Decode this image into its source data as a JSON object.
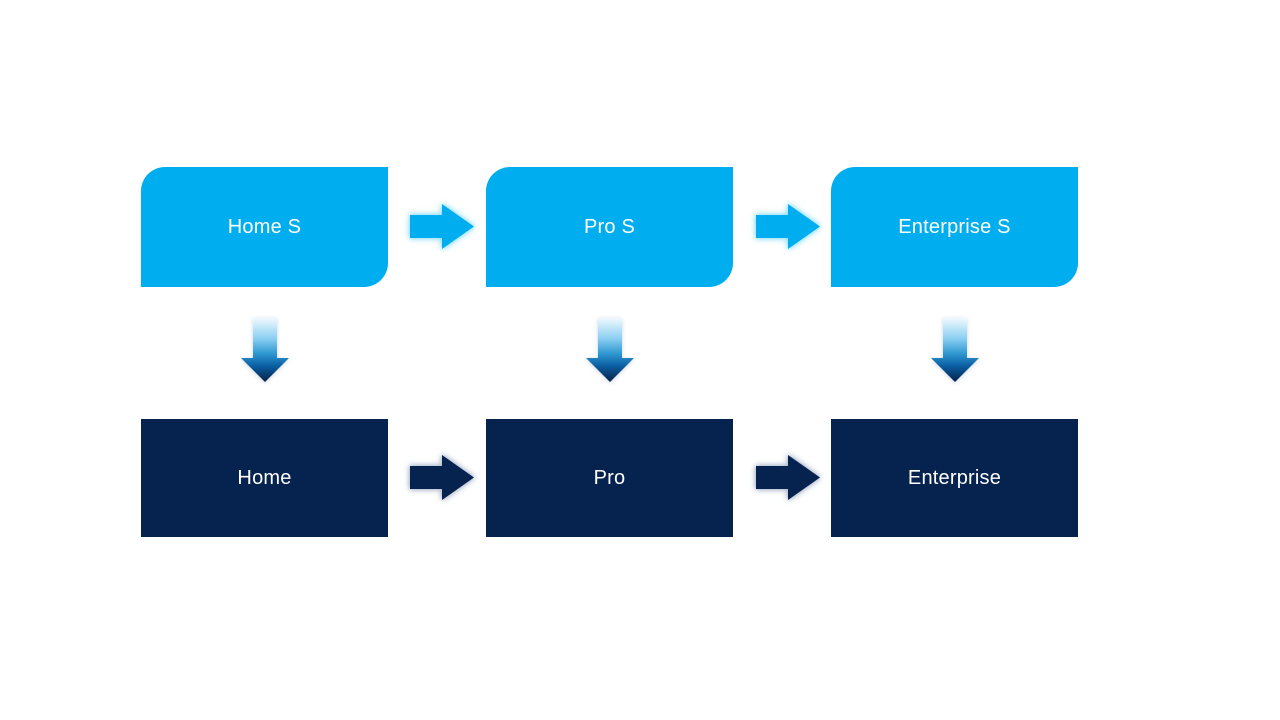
{
  "diagram": {
    "type": "process-upgrade-flow",
    "columns": [
      {
        "top_label": "Home S",
        "bottom_label": "Home"
      },
      {
        "top_label": "Pro S",
        "bottom_label": "Pro"
      },
      {
        "top_label": "Enterprise S",
        "bottom_label": "Enterprise"
      }
    ]
  },
  "colors": {
    "background": "#FFFFFF",
    "light_blue_box": "#00AEF0",
    "dark_navy_box": "#06234F",
    "label_text": "#FFFFFF",
    "blue_arrow_glow": "#8EDFFA",
    "navy_arrow_glow": "#A7B4C9",
    "down_arrow_gradient": [
      "#F0F9FE",
      "#8BCFF2",
      "#2D97D0",
      "#0B5EA2",
      "#062047"
    ]
  }
}
